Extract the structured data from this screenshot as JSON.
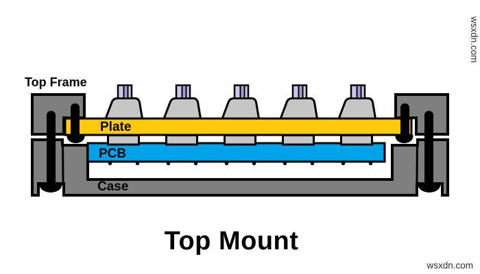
{
  "diagram": {
    "frame_label": "Top Frame",
    "plate_label": "Plate",
    "pcb_label": "PCB",
    "case_label": "Case",
    "title": "Top Mount",
    "watermark": "wsxdn.com",
    "switch_count": 5,
    "colors": {
      "case_gray": "#7f7f7f",
      "switch_gray": "#c6c6c6",
      "plate_gold": "#ffc90e",
      "pcb_blue": "#00a2e8",
      "stem_lavender": "#ccc7ea",
      "stem_stripe": "#a49ed1",
      "outline": "#000000",
      "watermark_gray": "#2e2e2e"
    }
  }
}
